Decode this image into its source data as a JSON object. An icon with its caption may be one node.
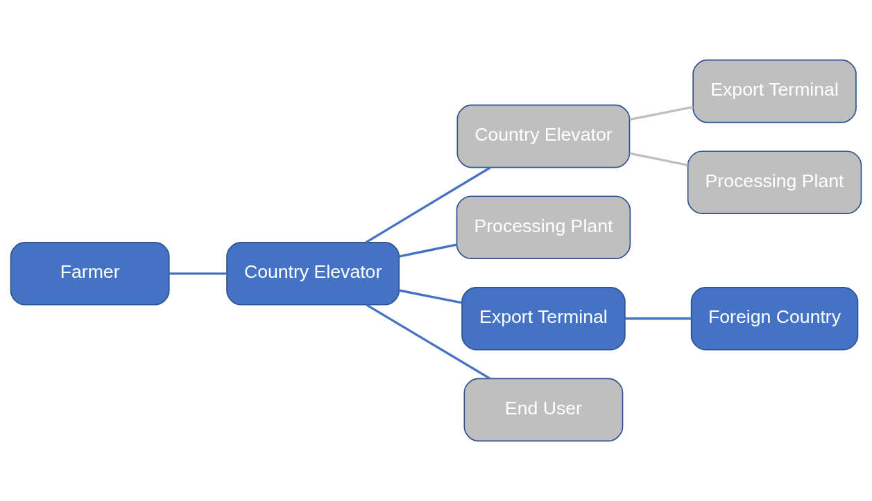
{
  "diagram": {
    "nodes": [
      {
        "text": [
          "Farmer"
        ]
      },
      {
        "text": [
          "Country Elevator"
        ]
      },
      {
        "text": [
          "Country Elevator"
        ]
      },
      {
        "text": [
          "Export Terminal"
        ]
      },
      {
        "text": [
          "Processing Plant"
        ]
      },
      {
        "text": [
          "Processing Plant"
        ]
      },
      {
        "text": [
          "Export Terminal"
        ]
      },
      {
        "text": [
          "Foreign Country"
        ]
      },
      {
        "text": [
          "End User"
        ]
      }
    ],
    "edges": [
      {
        "from": 0,
        "to": 1,
        "arrow": "none"
      },
      {
        "from": 1,
        "to": 2,
        "arrow": "none"
      },
      {
        "from": 1,
        "to": 5,
        "arrow": "none"
      },
      {
        "from": 1,
        "to": 6,
        "arrow": "none"
      },
      {
        "from": 1,
        "to": 8,
        "arrow": "none"
      },
      {
        "from": 2,
        "to": 3,
        "arrow": "none",
        "color": "#bfbfbf"
      },
      {
        "from": 2,
        "to": 4,
        "arrow": "none",
        "color": "#bfbfbf"
      },
      {
        "from": 6,
        "to": 7,
        "arrow": "none"
      }
    ]
  }
}
